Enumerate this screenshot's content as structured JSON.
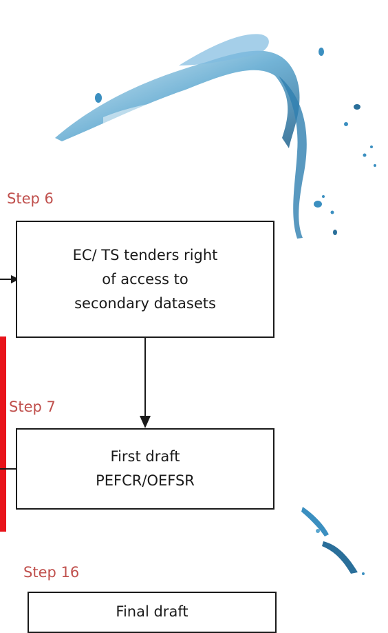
{
  "steps": [
    {
      "label": "Step 6",
      "lines": [
        "EC/ TS tenders right",
        "of access to",
        "secondary datasets"
      ]
    },
    {
      "label": "Step 7",
      "lines": [
        "First draft",
        "PEFCR/OEFSR"
      ]
    },
    {
      "label": "Step 16",
      "lines": [
        "Final draft"
      ]
    }
  ],
  "colors": {
    "step_label": "#c0504d",
    "box_border": "#1a1a1a",
    "highlight_bar": "#e8141b",
    "water": "#3b8fc0"
  },
  "decor": {
    "icon": "water-splash-icon"
  }
}
